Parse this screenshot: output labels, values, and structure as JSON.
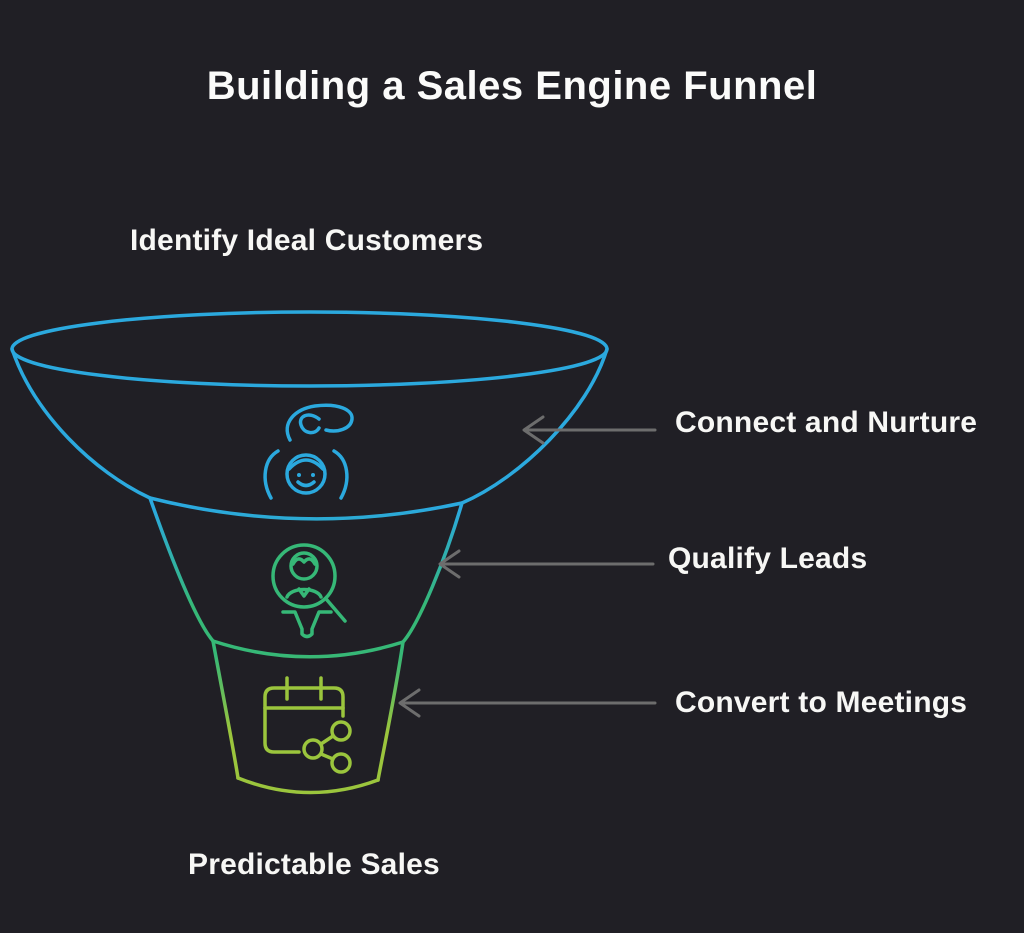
{
  "title": "Building a Sales Engine Funnel",
  "funnel": {
    "input_label": "Identify Ideal Customers",
    "output_label": "Predictable Sales",
    "stages": [
      {
        "label": "Connect and Nurture",
        "icon": "hand-care-person-icon",
        "color": "#2ba9de"
      },
      {
        "label": "Qualify Leads",
        "icon": "search-person-icon",
        "color": "#36b877"
      },
      {
        "label": "Convert to Meetings",
        "icon": "calendar-share-icon",
        "color": "#9bc53d"
      }
    ]
  },
  "colors": {
    "background": "#201f25",
    "text": "#f7f7f5",
    "arrow": "#6d6d6d",
    "stage_blue": "#2ba9de",
    "stage_green": "#36b877",
    "stage_lime": "#9bc53d"
  }
}
